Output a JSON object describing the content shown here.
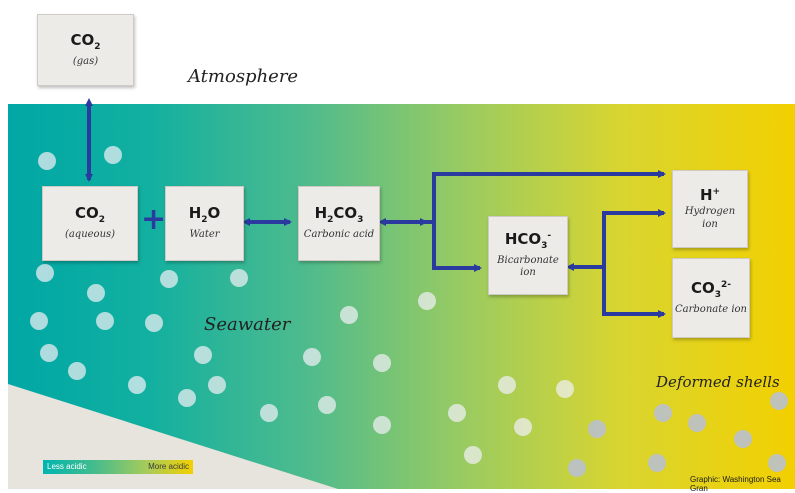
{
  "colors": {
    "arrow": "#2b3a9e",
    "box_fill": "#ecebe8",
    "sea_left": "#00a7a5",
    "sea_right": "#f2d000"
  },
  "labels": {
    "atmosphere": "Atmosphere",
    "seawater": "Seawater",
    "deformed_shells": "Deformed shells",
    "credit": "Graphic: Washington Sea Gran"
  },
  "scale": {
    "less": "Less acidic",
    "more": "More acidic"
  },
  "plus_sign": "+",
  "nodes": {
    "co2_gas": {
      "base": "CO",
      "sub": "2",
      "sup": "",
      "label": "(gas)"
    },
    "co2_aq": {
      "base": "CO",
      "sub": "2",
      "sup": "",
      "label": "(aqueous)"
    },
    "h2o": {
      "base": "H",
      "sub": "2",
      "tail": "O",
      "label": "Water"
    },
    "h2co3": {
      "base": "H",
      "sub": "2",
      "tail": "CO",
      "sub2": "3",
      "label": "Carbonic acid"
    },
    "hco3": {
      "base": "HCO",
      "sub": "3",
      "sup": "-",
      "label1": "Bicarbonate",
      "label2": "ion"
    },
    "h_ion": {
      "base": "H",
      "sup": "+",
      "label1": "Hydrogen",
      "label2": "ion"
    },
    "co3": {
      "base": "CO",
      "sub": "3",
      "sup": "2-",
      "label": "Carbonate ion"
    }
  }
}
